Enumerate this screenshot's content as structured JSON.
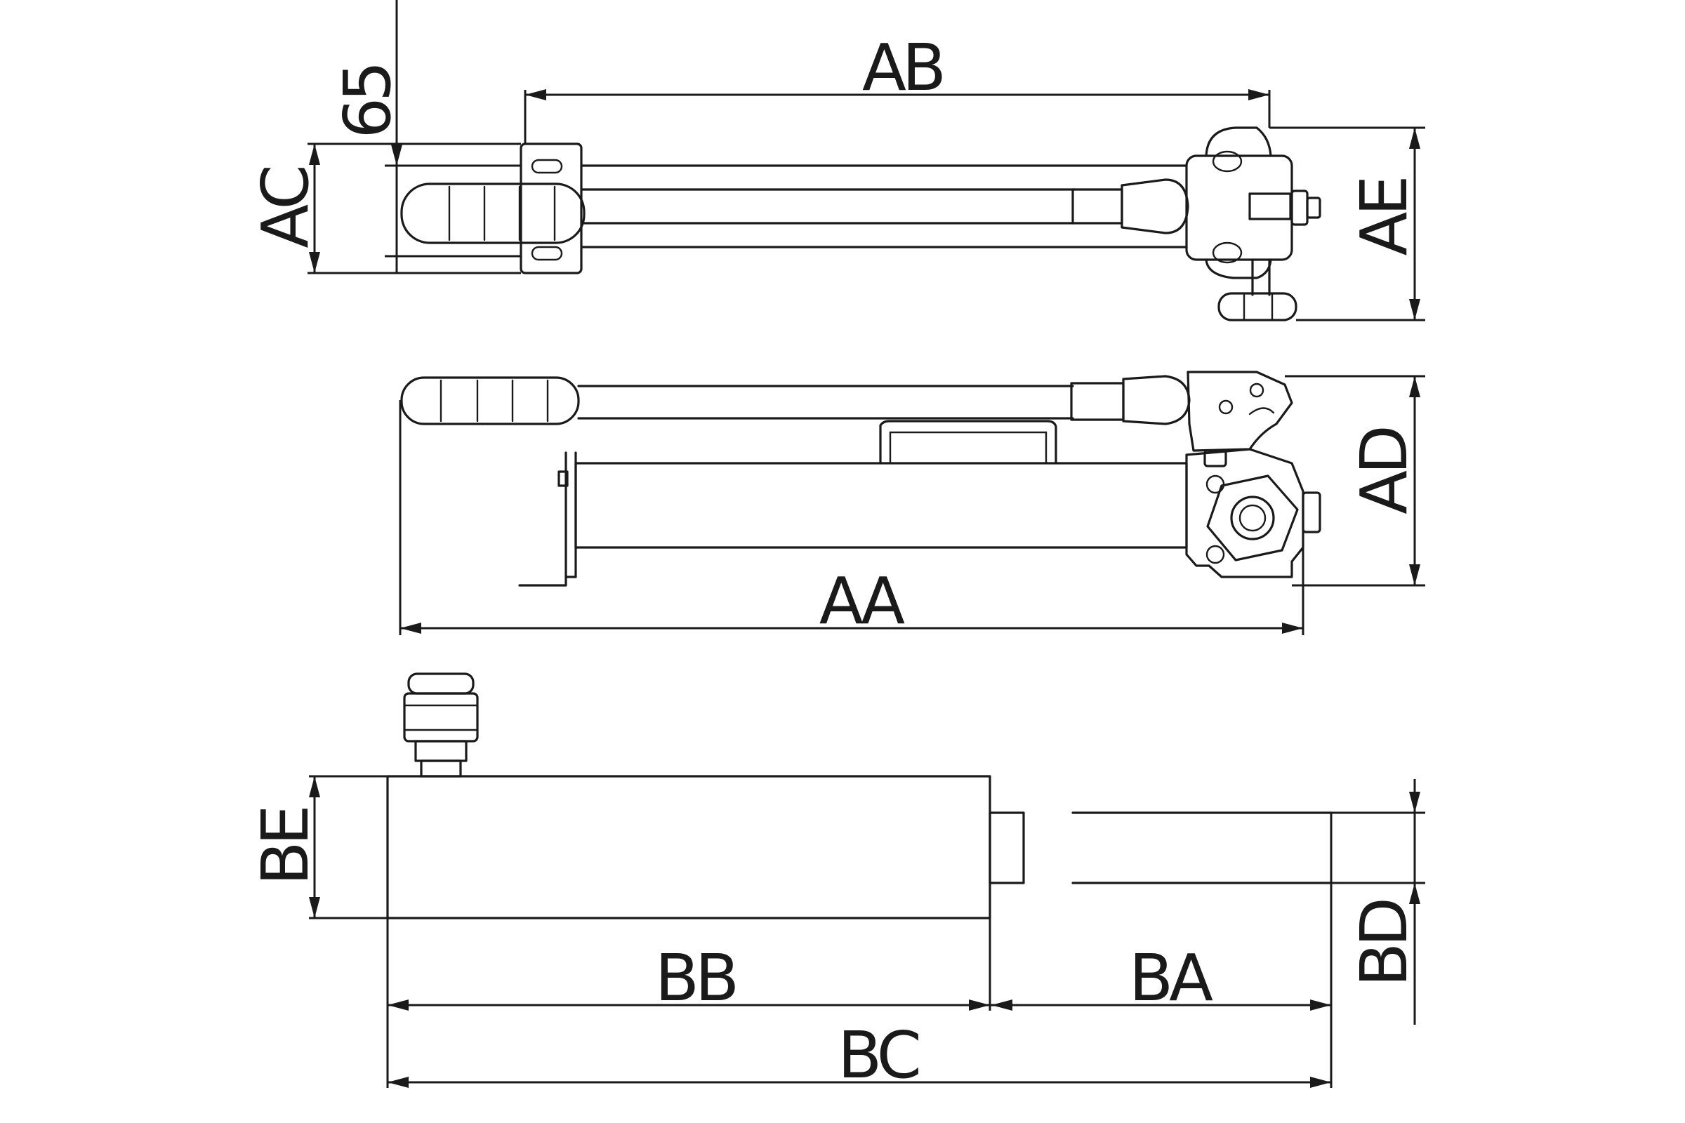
{
  "labels": {
    "ab": "AB",
    "dim65": "65",
    "ac": "AC",
    "ae": "AE",
    "ad": "AD",
    "aa": "AA",
    "be": "BE",
    "bb": "BB",
    "ba": "BA",
    "bc": "BC",
    "bd": "BD"
  }
}
